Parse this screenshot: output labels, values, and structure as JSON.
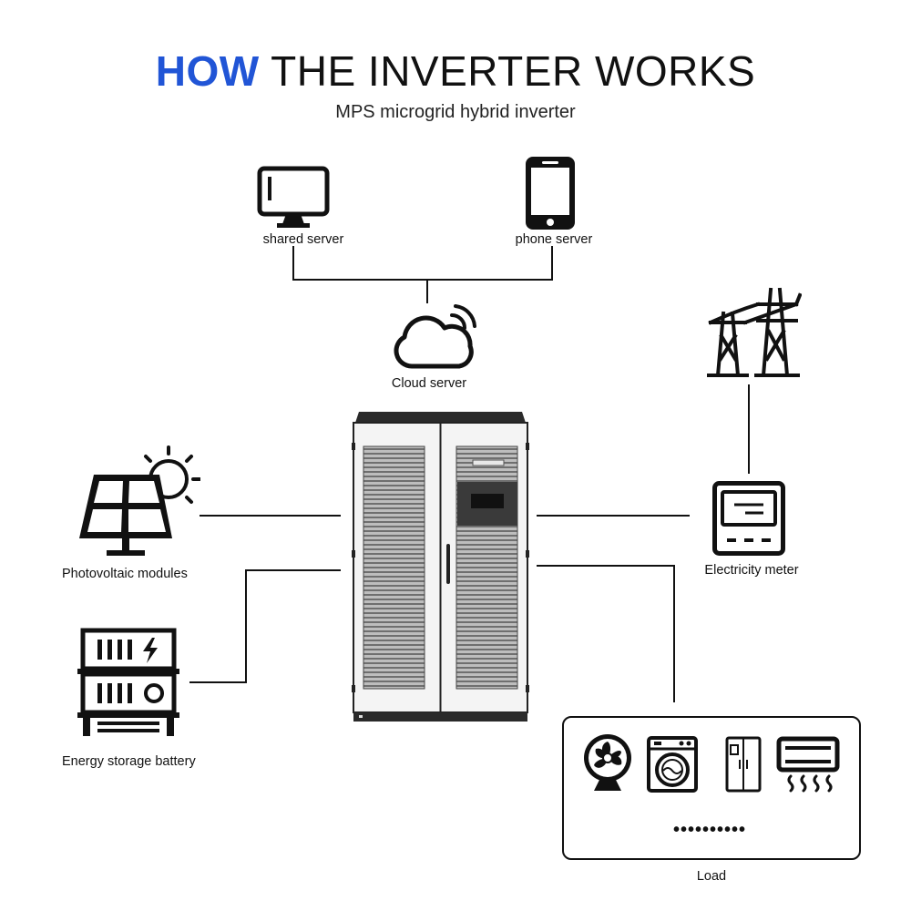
{
  "header": {
    "title_highlight": "HOW",
    "title_rest": "THE INVERTER WORKS",
    "subtitle": "MPS microgrid hybrid inverter"
  },
  "nodes": {
    "shared_server": "shared server",
    "phone_server": "phone server",
    "cloud_server": "Cloud  server",
    "photovoltaic": "Photovoltaic modules",
    "battery": "Energy storage battery",
    "meter": "Electricity meter",
    "load": "Load"
  },
  "load_box": {
    "items": [
      "fan-icon",
      "washing-machine-icon",
      "refrigerator-icon",
      "air-conditioner-icon"
    ],
    "more": "••••••••••"
  },
  "colors": {
    "accent": "#2155d6",
    "line": "#111111",
    "cabinet_panel": "#9a9a9a"
  }
}
